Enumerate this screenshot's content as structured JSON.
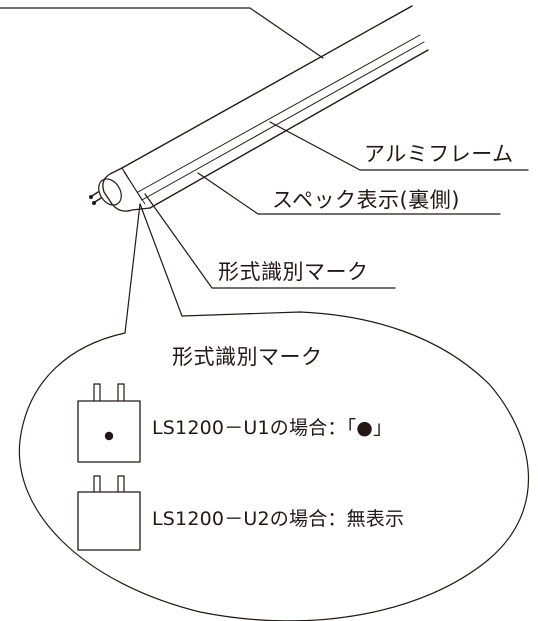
{
  "labels": {
    "aluminum_frame": "アルミフレーム",
    "spec_display": "スペック表示(裏側)",
    "type_mark_callout": "形式識別マーク",
    "type_mark_title": "形式識別マーク",
    "u1_case": "LS1200－U1の場合：「●」",
    "u2_case": "LS1200－U2の場合：無表示"
  },
  "colors": {
    "line": "#231815",
    "background": "#ffffff"
  },
  "icons": {
    "tube": "led-tube-lamp",
    "cap_with_dot": "cap-with-dot-icon",
    "cap_plain": "cap-plain-icon"
  }
}
